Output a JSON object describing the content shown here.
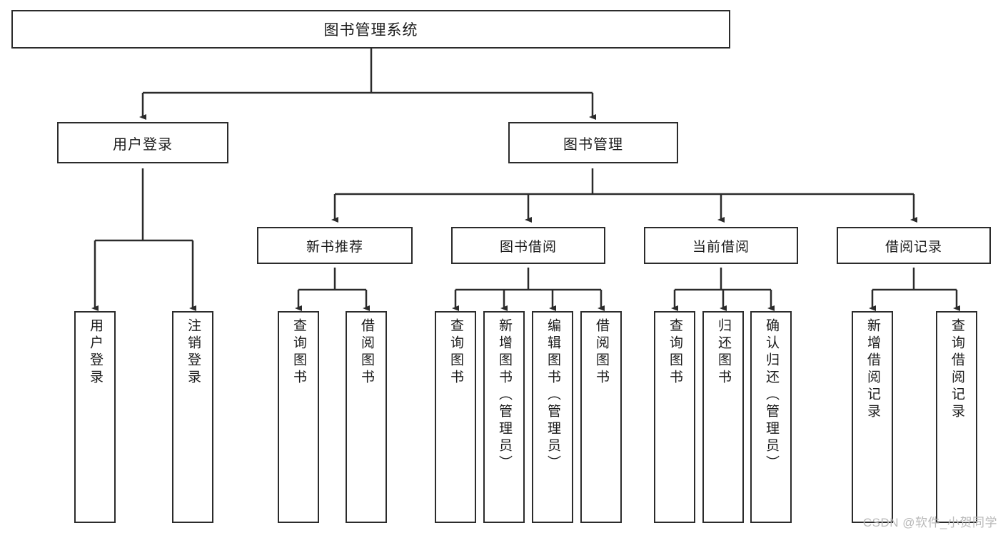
{
  "diagram": {
    "type": "tree-hierarchy",
    "title": "图书管理系统",
    "root": {
      "label": "图书管理系统"
    },
    "level2": [
      {
        "id": "user-login",
        "label": "用户登录"
      },
      {
        "id": "book-manage",
        "label": "图书管理"
      }
    ],
    "level3": [
      {
        "id": "new-book-recommend",
        "label": "新书推荐",
        "parent": "book-manage"
      },
      {
        "id": "book-borrow",
        "label": "图书借阅",
        "parent": "book-manage"
      },
      {
        "id": "current-borrow",
        "label": "当前借阅",
        "parent": "book-manage"
      },
      {
        "id": "borrow-record",
        "label": "借阅记录",
        "parent": "book-manage"
      }
    ],
    "leaves": [
      {
        "id": "leaf-user-login",
        "label": "用户登录",
        "parent": "user-login"
      },
      {
        "id": "leaf-user-logout",
        "label": "注销登录",
        "parent": "user-login"
      },
      {
        "id": "leaf-query-book-1",
        "label": "查询图书",
        "parent": "new-book-recommend"
      },
      {
        "id": "leaf-borrow-book-1",
        "label": "借阅图书",
        "parent": "new-book-recommend"
      },
      {
        "id": "leaf-query-book-2",
        "label": "查询图书",
        "parent": "book-borrow"
      },
      {
        "id": "leaf-add-book",
        "label": "新增图书（管理员）",
        "parent": "book-borrow"
      },
      {
        "id": "leaf-edit-book",
        "label": "编辑图书（管理员）",
        "parent": "book-borrow"
      },
      {
        "id": "leaf-borrow-book-2",
        "label": "借阅图书",
        "parent": "book-borrow"
      },
      {
        "id": "leaf-query-book-3",
        "label": "查询图书",
        "parent": "current-borrow"
      },
      {
        "id": "leaf-return-book",
        "label": "归还图书",
        "parent": "current-borrow"
      },
      {
        "id": "leaf-confirm-return",
        "label": "确认归还（管理员）",
        "parent": "current-borrow"
      },
      {
        "id": "leaf-add-record",
        "label": "新增借阅记录",
        "parent": "borrow-record"
      },
      {
        "id": "leaf-query-record",
        "label": "查询借阅记录",
        "parent": "borrow-record"
      }
    ],
    "colors": {
      "stroke": "#2b2b2b",
      "fill": "#ffffff",
      "text": "#1a1a1a",
      "watermark": "#b9b9b9"
    }
  },
  "watermark": {
    "text": "CSDN @软件_小贺同学"
  }
}
